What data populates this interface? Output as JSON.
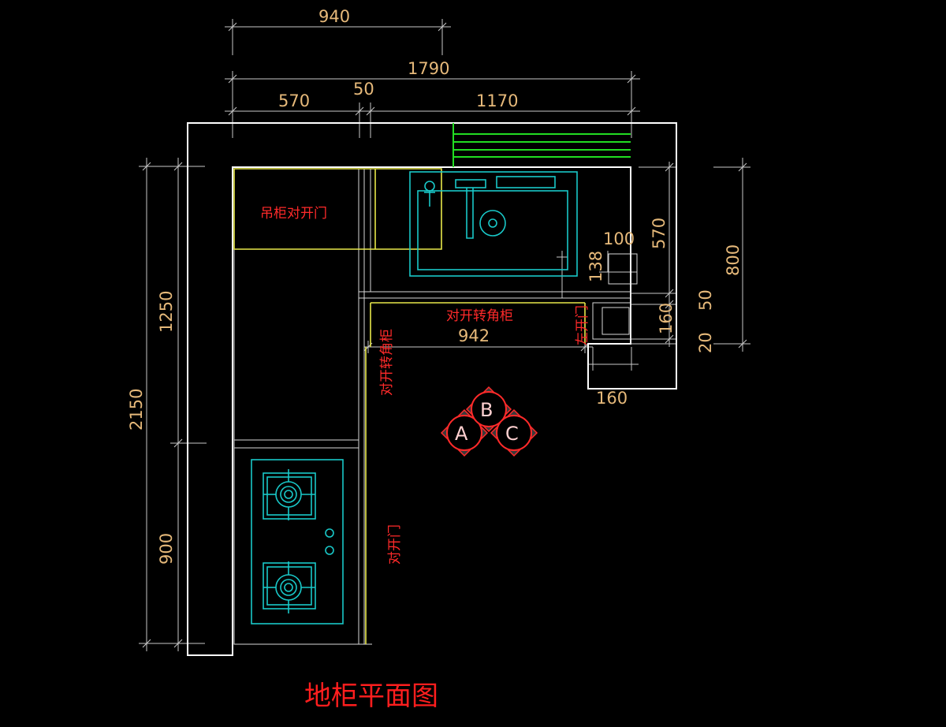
{
  "title": "地柜平面图",
  "dimensions": {
    "top_940": "940",
    "top_1790": "1790",
    "top_570": "570",
    "top_50": "50",
    "top_1170": "1170",
    "left_1250": "1250",
    "left_2150": "2150",
    "left_900": "900",
    "right_570": "570",
    "right_800": "800",
    "right_100": "100",
    "right_138": "138",
    "right_50": "50",
    "right_160v": "160",
    "right_20": "20",
    "corner_942": "942",
    "bottom_160": "160"
  },
  "labels": {
    "wall_cabinet_doors": "吊柜对开门",
    "corner_cabinet_h": "对开转角柜",
    "corner_cabinet_v": "对开转角柜",
    "double_door": "对开门",
    "left_door": "左开门"
  },
  "markers": [
    "A",
    "B",
    "C"
  ],
  "colors": {
    "background": "#000000",
    "dimension_text": "#e6b97a",
    "label_text": "#ff2a2a",
    "sink_stove": "#19c8c8",
    "wall_cabinet": "#e8e84a",
    "window": "#22dd22"
  }
}
